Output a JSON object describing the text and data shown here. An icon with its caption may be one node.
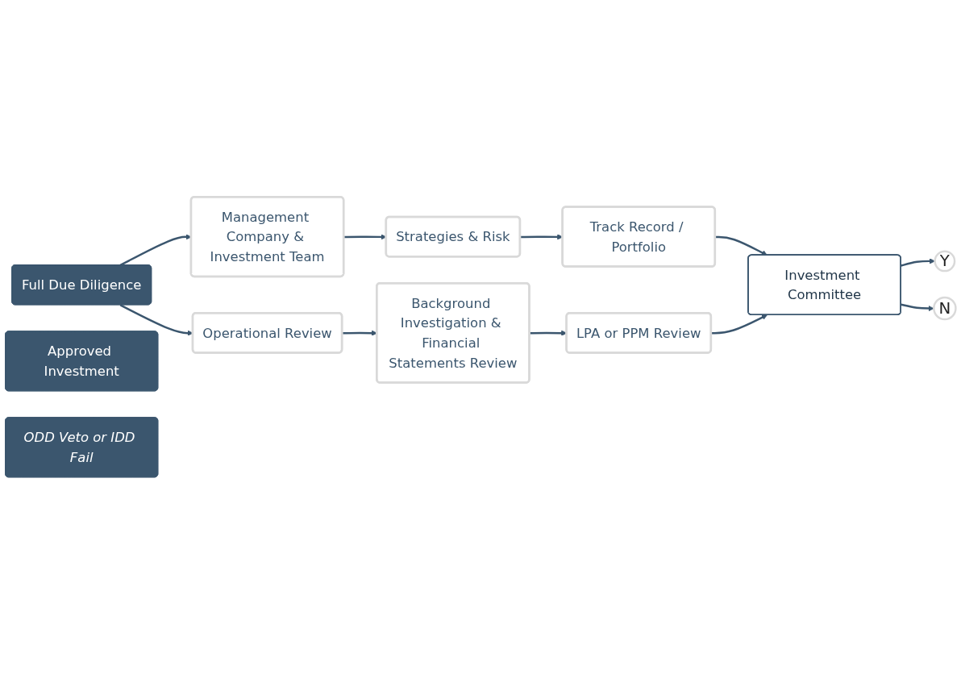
{
  "diagram": {
    "nodes": [
      {
        "text": [
          "Full Due Diligence"
        ]
      },
      {
        "text": [
          "Management Company & Investment Team"
        ]
      },
      {
        "text": [
          "Strategies & Risk"
        ]
      },
      {
        "text": [
          "Track Record / Portfolio"
        ]
      },
      {
        "text": [
          "Operational Review"
        ]
      },
      {
        "text": [
          "Background Investigation & Financial Statements Review"
        ]
      },
      {
        "text": [
          "LPA or PPM Review"
        ]
      },
      {
        "text": [
          "Investment Committee"
        ]
      },
      {
        "text": [
          "Approved Investment"
        ]
      },
      {
        "text": [
          "Y"
        ]
      },
      {
        "text": [
          "N"
        ]
      },
      {
        "text": [
          "ODD Veto or IDD Fail"
        ]
      }
    ],
    "edges": [
      {
        "from": 0,
        "to": 1,
        "arrow": "to"
      },
      {
        "from": 0,
        "to": 4,
        "arrow": "to"
      },
      {
        "from": 1,
        "to": 2,
        "arrow": "to"
      },
      {
        "from": 2,
        "to": 3,
        "arrow": "to"
      },
      {
        "from": 3,
        "to": 7,
        "arrow": "to"
      },
      {
        "from": 4,
        "to": 5,
        "arrow": "to"
      },
      {
        "from": 5,
        "to": 6,
        "arrow": "to"
      },
      {
        "from": 6,
        "to": 7,
        "arrow": "to"
      },
      {
        "from": 7,
        "to": 9,
        "arrow": "to"
      },
      {
        "from": 7,
        "to": 10,
        "arrow": "to"
      }
    ]
  }
}
